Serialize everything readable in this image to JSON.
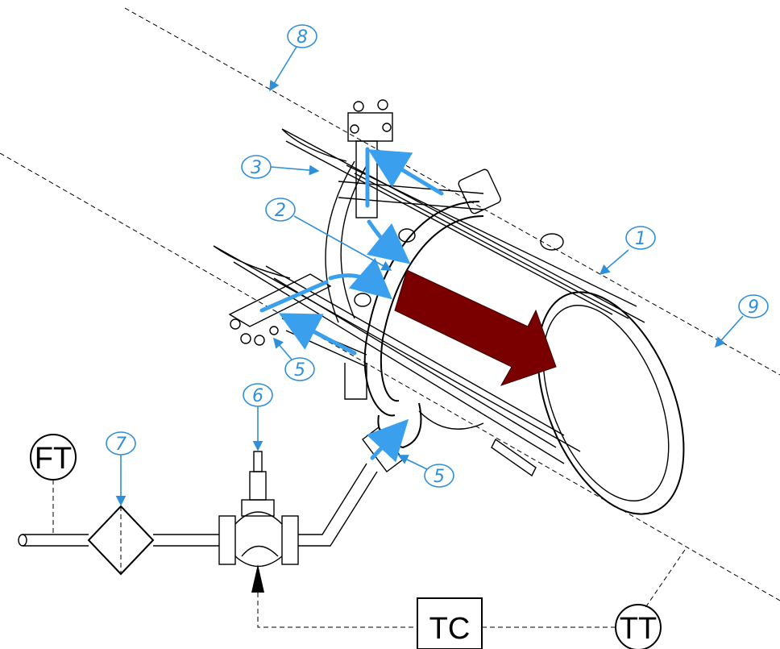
{
  "callouts": {
    "c1": "1",
    "c2": "2",
    "c3": "3",
    "c5a": "5",
    "c5b": "5",
    "c6": "6",
    "c7": "7",
    "c8": "8",
    "c9": "9"
  },
  "instruments": {
    "ft": "FT",
    "tc": "TC",
    "tt": "TT"
  },
  "colors": {
    "callout_blue": "#2f8fd8",
    "flow_blue": "#3aa0ee",
    "flow_arrow": "#7a0000"
  }
}
